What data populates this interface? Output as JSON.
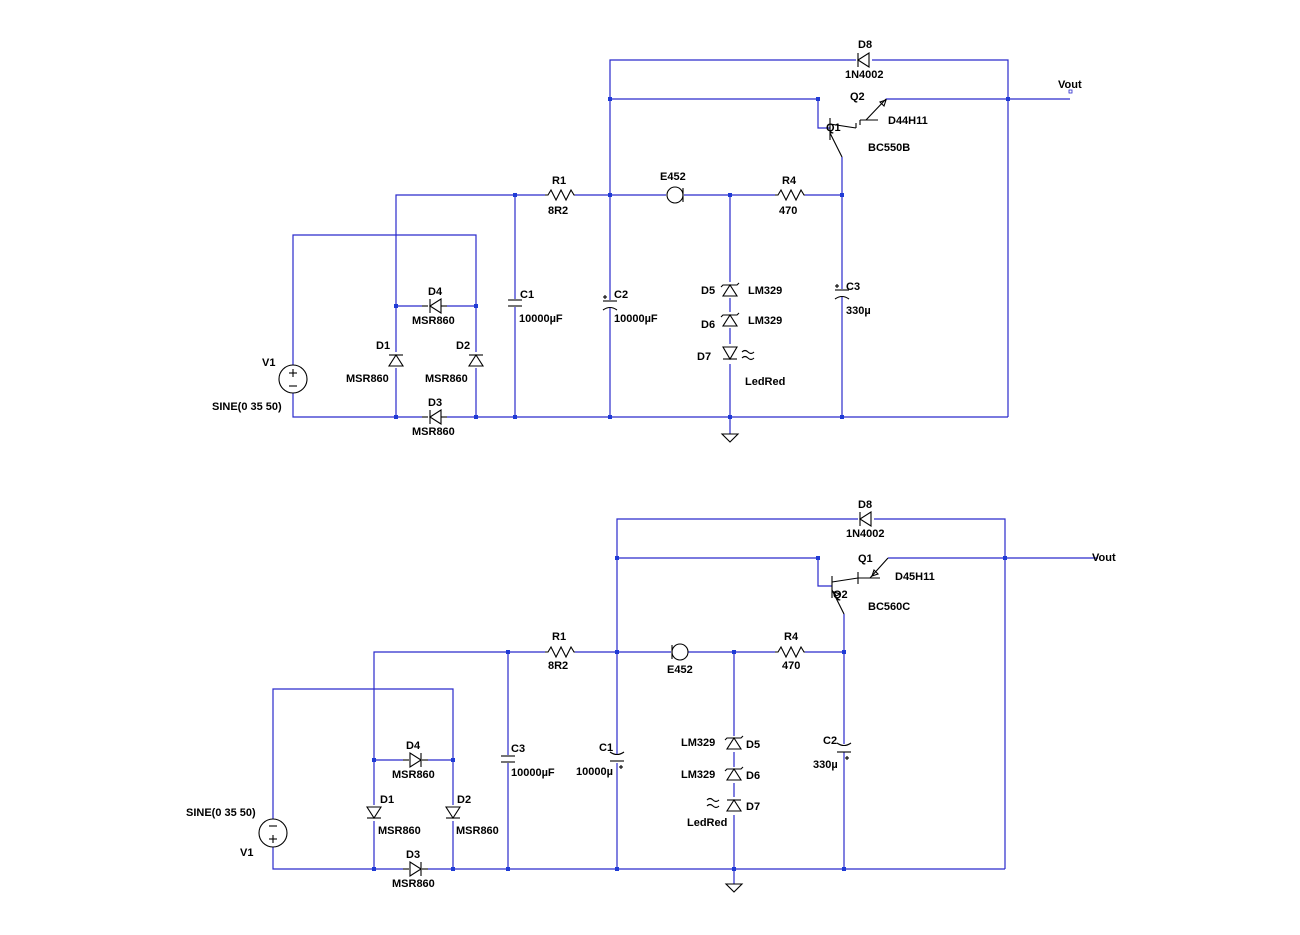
{
  "colors": {
    "wire": "#2a2acc",
    "junction": "#1f3bd6",
    "component": "#000000",
    "background": "#ffffff"
  },
  "top": {
    "v1": {
      "name": "V1",
      "value": "SINE(0 35 50)"
    },
    "d1": {
      "name": "D1",
      "model": "MSR860"
    },
    "d2": {
      "name": "D2",
      "model": "MSR860"
    },
    "d3": {
      "name": "D3",
      "model": "MSR860"
    },
    "d4": {
      "name": "D4",
      "model": "MSR860"
    },
    "r1": {
      "name": "R1",
      "value": "8R2"
    },
    "c1": {
      "name": "C1",
      "value": "10000µF"
    },
    "c2": {
      "name": "C2",
      "value": "10000µF"
    },
    "e452": {
      "name": "E452"
    },
    "d5": {
      "name": "D5",
      "model": "LM329"
    },
    "d6": {
      "name": "D6",
      "model": "LM329"
    },
    "d7": {
      "name": "D7",
      "model": "LedRed"
    },
    "r4": {
      "name": "R4",
      "value": "470"
    },
    "c3": {
      "name": "C3",
      "value": "330µ"
    },
    "q1": {
      "name": "Q1",
      "model": "BC550B"
    },
    "q2": {
      "name": "Q2",
      "model": "D44H11"
    },
    "d8": {
      "name": "D8",
      "model": "1N4002"
    },
    "vout": "Vout"
  },
  "bottom": {
    "v1": {
      "name": "V1",
      "value": "SINE(0 35 50)"
    },
    "d1": {
      "name": "D1",
      "model": "MSR860"
    },
    "d2": {
      "name": "D2",
      "model": "MSR860"
    },
    "d3": {
      "name": "D3",
      "model": "MSR860"
    },
    "d4": {
      "name": "D4",
      "model": "MSR860"
    },
    "r1": {
      "name": "R1",
      "value": "8R2"
    },
    "c3": {
      "name": "C3",
      "value": "10000µF"
    },
    "c1": {
      "name": "C1",
      "value": "10000µ"
    },
    "e452": {
      "name": "E452"
    },
    "d5": {
      "name": "D5",
      "model": "LM329"
    },
    "d6": {
      "name": "D6",
      "model": "LM329"
    },
    "d7": {
      "name": "D7",
      "model": "LedRed"
    },
    "r4": {
      "name": "R4",
      "value": "470"
    },
    "c2": {
      "name": "C2",
      "value": "330µ"
    },
    "q1": {
      "name": "Q1",
      "model": "D45H11"
    },
    "q2": {
      "name": "Q2",
      "model": "BC560C"
    },
    "d8": {
      "name": "D8",
      "model": "1N4002"
    },
    "vout": "Vout"
  }
}
